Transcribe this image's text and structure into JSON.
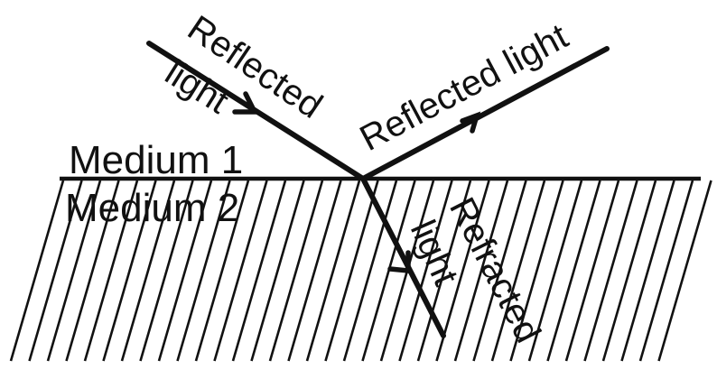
{
  "diagram": {
    "medium_top": "Medium 1",
    "medium_bottom": "Medium 2",
    "ray_incident": {
      "line1": "Reflected",
      "line2": "light"
    },
    "ray_reflected": "Reflected light",
    "ray_refracted": {
      "line1": "Refracted",
      "line2": "light"
    }
  },
  "colors": {
    "ink": "#111111",
    "background": "#ffffff"
  }
}
